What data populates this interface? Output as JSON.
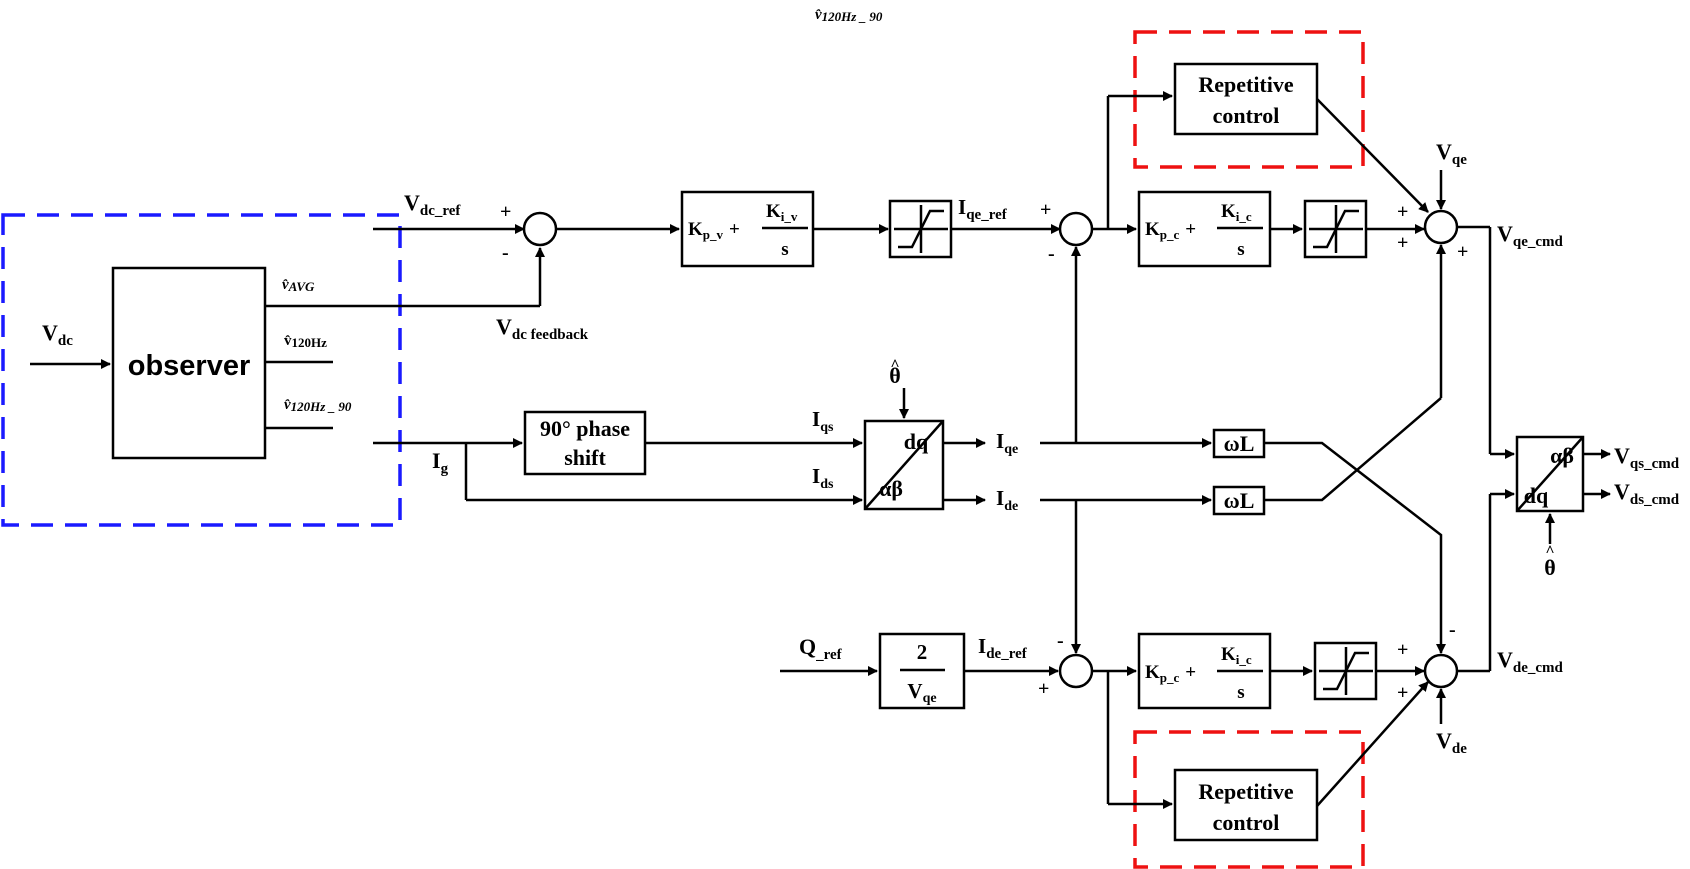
{
  "colors": {
    "observer_group": "#1a1aff",
    "repetitive_group": "#ee1111",
    "line": "#000000"
  },
  "header_label": {
    "main": "v̂",
    "sub": "120Hz _ 90"
  },
  "observer": {
    "label": "observer",
    "input": {
      "main": "V",
      "sub": "dc"
    },
    "outputs": {
      "avg": {
        "main": "v̂",
        "sub": "AVG"
      },
      "v120": {
        "main": "v̂",
        "sub": "120Hz"
      },
      "v120_90": {
        "main": "v̂",
        "sub": "120Hz _ 90"
      }
    }
  },
  "signals": {
    "vdc_ref": {
      "main": "V",
      "sub": "dc_ref"
    },
    "vdc_feedback": {
      "main": "V",
      "sub": "dc feedback"
    },
    "iqe_ref": {
      "main": "I",
      "sub": "qe_ref"
    },
    "ide_ref": {
      "main": "I",
      "sub": "de_ref"
    },
    "ig": {
      "main": "I",
      "sub": "g"
    },
    "iqs": {
      "main": "I",
      "sub": "qs"
    },
    "ids": {
      "main": "I",
      "sub": "ds"
    },
    "iqe": {
      "main": "I",
      "sub": "qe"
    },
    "ide": {
      "main": "I",
      "sub": "de"
    },
    "q_ref": {
      "main": "Q",
      "sub": "_ref"
    },
    "vqe_ff": {
      "main": "V",
      "sub": "qe"
    },
    "vde_ff": {
      "main": "V",
      "sub": "de"
    },
    "vqe_cmd": {
      "main": "V",
      "sub": "qe_cmd"
    },
    "vde_cmd": {
      "main": "V",
      "sub": "de_cmd"
    },
    "vqs_cmd": {
      "main": "V",
      "sub": "qs_cmd"
    },
    "vds_cmd": {
      "main": "V",
      "sub": "ds_cmd"
    },
    "theta": "θ",
    "theta_hat": "^"
  },
  "blocks": {
    "pi_voltage": {
      "kp": "K",
      "kp_sub": "p_v",
      "plus": "+",
      "ki": "K",
      "ki_sub": "i_v",
      "den": "s"
    },
    "pi_current": {
      "kp": "K",
      "kp_sub": "p_c",
      "plus": "+",
      "ki": "K",
      "ki_sub": "i_c",
      "den": "s"
    },
    "phase_shift": {
      "line1": "90° phase",
      "line2": "shift"
    },
    "repetitive": {
      "line1": "Repetitive",
      "line2": "control"
    },
    "wl": "ωL",
    "gain_q": {
      "num": "2",
      "den_main": "V",
      "den_sub": "qe"
    },
    "dq_ab": {
      "dq": "dq",
      "ab": "αβ"
    }
  },
  "signs": {
    "plus": "+",
    "minus": "-"
  }
}
